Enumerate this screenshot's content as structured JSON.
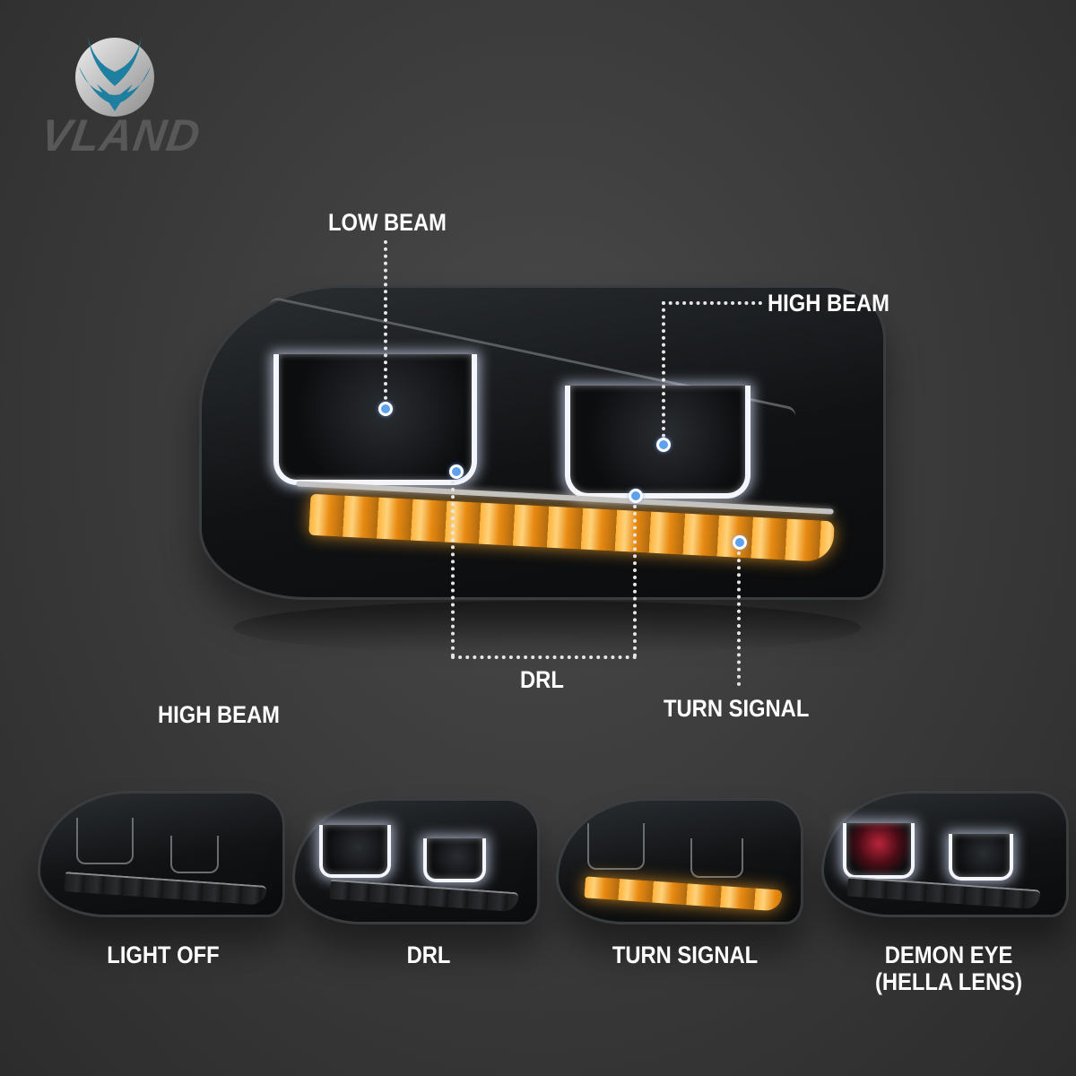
{
  "brand": {
    "name": "VLAND",
    "logo_icon": "vland-wings-logo-icon",
    "colors": {
      "teal": "#1e7fa0",
      "silver": "#c8c8c8",
      "wordmark": "#5a5a5a"
    }
  },
  "hero": {
    "callouts": {
      "low_beam": "LOW BEAM",
      "high_beam": "HIGH BEAM",
      "drl": "DRL",
      "turn_signal": "TURN SIGNAL"
    },
    "pin_color": "#5fa2ec",
    "amber_color": "#ffb23a"
  },
  "side_label": "HIGH BEAM",
  "modes": [
    {
      "label": "LIGHT OFF",
      "state": "off"
    },
    {
      "label": "DRL",
      "state": "drl"
    },
    {
      "label": "TURN SIGNAL",
      "state": "turn"
    },
    {
      "label_line1": "DEMON EYE",
      "label_line2": "(HELLA LENS)",
      "state": "demon"
    }
  ],
  "background_color": "#3c3c3c"
}
